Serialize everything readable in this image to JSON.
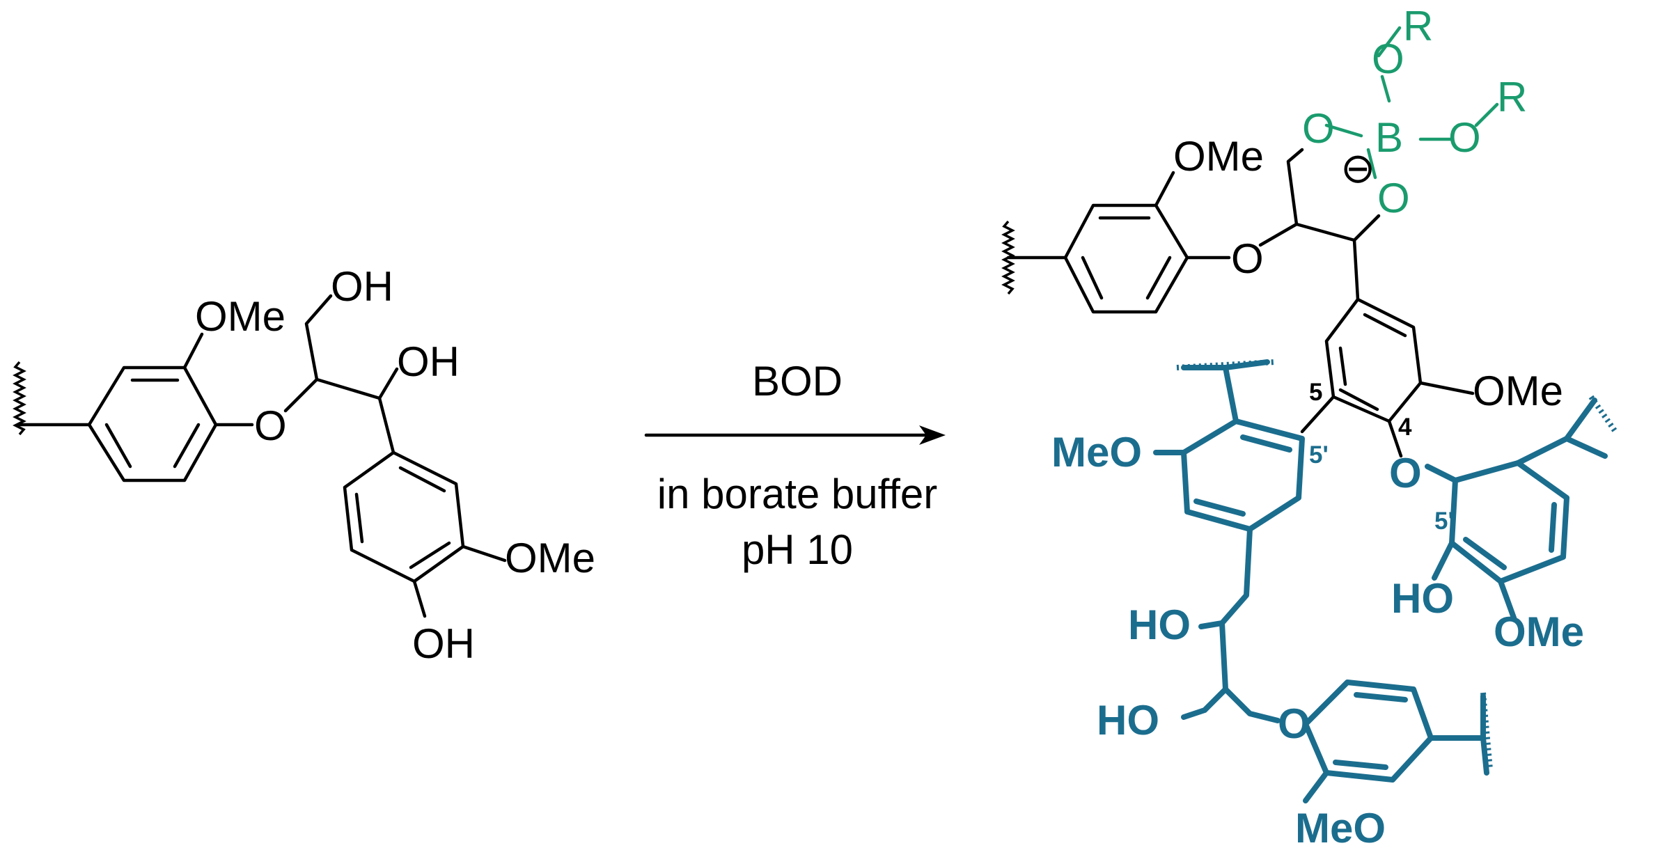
{
  "colors": {
    "black": "#000000",
    "blue": "#1B6D8E",
    "green": "#1A9B6E"
  },
  "reactant": {
    "oh_top": "OH",
    "ome_top": "OMe",
    "oh_alpha": "OH",
    "ether_o": "O",
    "ome_ring": "OMe",
    "oh_phenol": "OH"
  },
  "arrow": {
    "reagent": "BOD",
    "conditions_line1": "in borate buffer",
    "conditions_line2": "pH 10"
  },
  "product": {
    "r_top": "R",
    "r_right": "R",
    "o_b1": "O",
    "o_b2": "O",
    "o_b3": "O",
    "o_b4": "O",
    "boron": "B",
    "charge": "⊖",
    "ome_top_left": "OMe",
    "ether_o_left": "O",
    "ome_center": "OMe",
    "label_5": "5",
    "label_4": "4",
    "label_5p_left": "5'",
    "label_5p_right": "5'",
    "meo_left": "MeO",
    "o_center": "O",
    "ho_right": "HO",
    "ome_right": "OMe",
    "ho_chain1": "HO",
    "ho_chain2": "HO",
    "o_chain": "O",
    "meo_bottom": "MeO"
  }
}
